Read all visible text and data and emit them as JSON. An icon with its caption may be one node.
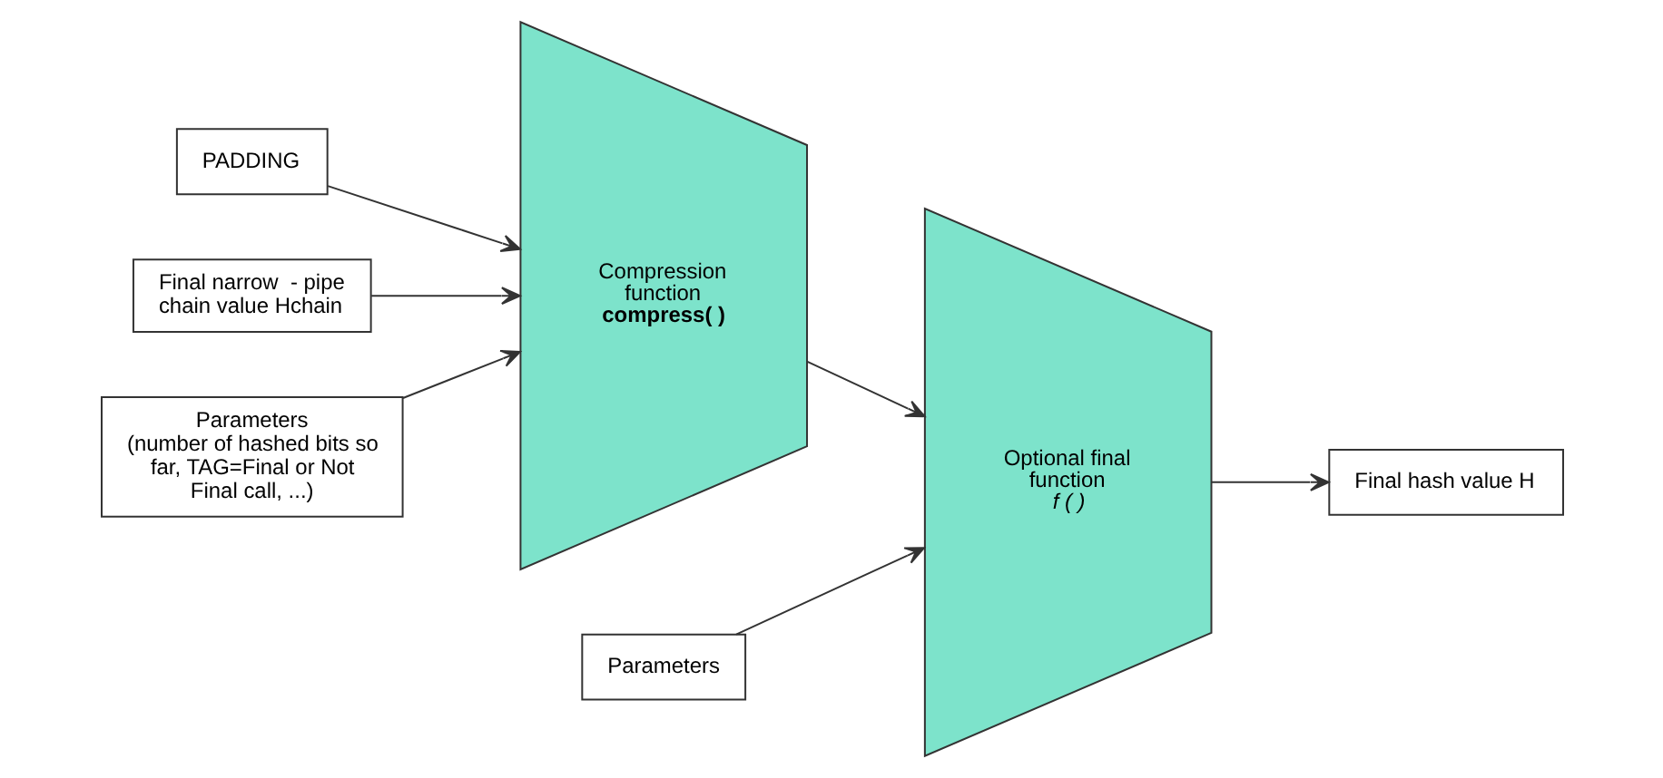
{
  "diagram": {
    "nodes": [
      {
        "text": [
          "PADDING"
        ]
      },
      {
        "text": [
          "Final narrow  - pipe chain value Hchain"
        ]
      },
      {
        "text": [
          "Parameters",
          "(number of hashed bits so far, TAG=Final or Not Final call, ...)"
        ]
      },
      {
        "text": [
          "Compression function",
          "compress( )"
        ]
      },
      {
        "text": [
          "Parameters"
        ]
      },
      {
        "text": [
          "Optional final function",
          "f ( )"
        ]
      },
      {
        "text": [
          "Final hash value H"
        ]
      }
    ],
    "edges": [
      {
        "from": 0,
        "to": 3,
        "arrow": "to"
      },
      {
        "from": 1,
        "to": 3,
        "arrow": "to"
      },
      {
        "from": 2,
        "to": 3,
        "arrow": "to"
      },
      {
        "from": 3,
        "to": 5,
        "arrow": "to"
      },
      {
        "from": 4,
        "to": 5,
        "arrow": "to"
      },
      {
        "from": 5,
        "to": 6,
        "arrow": "to"
      }
    ]
  }
}
